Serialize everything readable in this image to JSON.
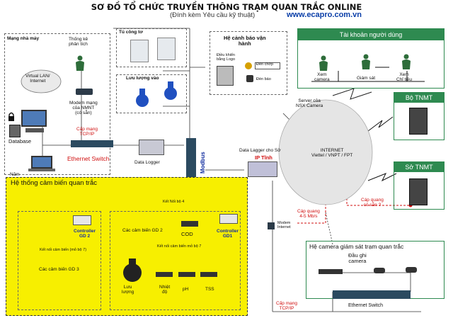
{
  "title": "SƠ ĐỒ TỔ CHỨC TRUYỀN THÔNG TRẠM QUAN TRẮC ONLINE",
  "subtitle": "(Đính kèm Yêu cầu kỹ thuật)",
  "website": "www.ecapro.com.vn",
  "factory": {
    "title": "Mạng nhà máy",
    "stats": "Thống kê\nphân tích",
    "vlan": "Virtual LAN/\nInternet",
    "modem": "Modem mạng\ncủa NMNT\n(có sẵn)",
    "tcp": "Cấp mạng\nTCP/IP",
    "database": "Database",
    "eth": "Ethernet Switch",
    "datalogger": "Data Logger",
    "modbus": "Modbus",
    "nam": "Năm"
  },
  "cabinet": {
    "title": "Tủ công tơ"
  },
  "flow": {
    "title": "Lưu lượng vào"
  },
  "alarm": {
    "title": "Hệ cảnh báo vận\nhành",
    "ctrl": "Điều khiển\nbằng Logo",
    "light": "Đèn chớp",
    "bell": "Đèn báo"
  },
  "users": {
    "title": "Tài khoản người dùng",
    "u1": "Xem\ncamera",
    "u2": "Giám sát",
    "u3": "Xem\nChỉ tiêu"
  },
  "server": "Server của\nNSX Camera",
  "internet": "INTERNET\nViettel / VNPT / FPT",
  "logger_ip": {
    "l1": "Data Lagger cho Sở",
    "l2": "IP Tĩnh"
  },
  "bo": "Bộ TNMT",
  "so": "Sở TNMT",
  "fiber1": "Cáp quang\n4-5 Mb/s",
  "fiber2": "Cáp quang\ncó sẵn ?",
  "modem2": "Modem\nInternet",
  "sensors": {
    "title": "Hệ thống cảm biến quan trắc",
    "bus4": "Kết Nối bộ 4",
    "gd2": "Controller\nGD 2",
    "gd1": "Controller\nGD1",
    "bus7a": "Kết nối cảm biến (mỏ bộ 7)",
    "bus7b": "Kết nối cảm biến mỏ bộ 7",
    "gd3": "Các cảm biến GD 3",
    "gd2s": "Các cảm biến GD 2",
    "cod": "COD",
    "luu": "Lưu\nlượng",
    "nhiet": "Nhiệt\nđộ",
    "ph": "pH",
    "tss": "TSS"
  },
  "camera": {
    "title": "Hệ camera giám sát trạm quan trắc",
    "dvr": "Đầu ghi\ncamera",
    "eth": "Ethernet Switch",
    "tcp": "Cấp mạng\nTCP/IP"
  }
}
